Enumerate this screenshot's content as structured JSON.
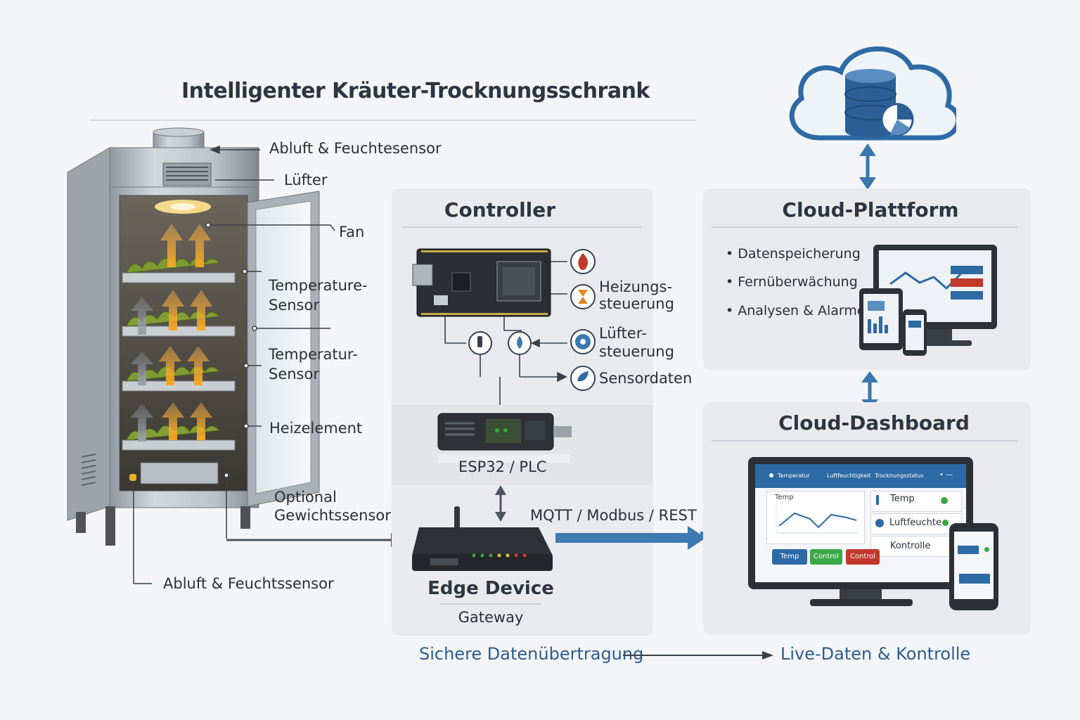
{
  "title": "Intelligenter Kräuter-Trocknungsschrank",
  "cabinet_labels": {
    "exhaust_top": "Abluft & Feuchtesensor",
    "luefter": "Lüfter",
    "fan": "Fan",
    "temp1_line1": "Temperature-",
    "temp1_line2": "Sensor",
    "temp2_line1": "Temperatur-",
    "temp2_line2": "Sensor",
    "heater": "Heizelement",
    "weight_line1": "Optional",
    "weight_line2": "Gewichtssensor",
    "exhaust_bottom": "Abluft & Feuchtssensor"
  },
  "controller": {
    "title": "Controller",
    "outputs": [
      {
        "line1": "Heizungs-",
        "line2": "steuerung",
        "icon": "flame-icon"
      },
      {
        "line1": "Lüfter-",
        "line2": "steuerung",
        "icon": "fan-icon"
      },
      {
        "line1": "Sensordaten",
        "line2": "",
        "icon": "droplet-icon"
      }
    ],
    "module_label": "ESP32 / PLC",
    "edge_title": "Edge Device",
    "edge_sub": "Gateway",
    "protocol": "MQTT / Modbus / REST"
  },
  "cloud_platform": {
    "title": "Cloud-Plattform",
    "bullets": [
      "Datenspeicherung",
      "Fernüberwächung",
      "Analysen & Alarme"
    ]
  },
  "cloud_dashboard": {
    "title": "Cloud-Dashboard",
    "tabs": [
      "Temperatur",
      "Luftfeuchtigkeit",
      "Trocknungsstatus"
    ],
    "chart_label": "Temp",
    "list_items": [
      "Temp",
      "Luftfeuchte",
      "Kontrolle"
    ],
    "buttons": [
      "Temp",
      "Control",
      "Control"
    ]
  },
  "footer": {
    "left": "Sichere Datenübertragung",
    "right": "Live-Daten & Kontrolle"
  },
  "colors": {
    "accent_blue": "#2e6aa3",
    "arrow_blue": "#3b78ad",
    "flow_blue": "#3d7ab0",
    "heat_red": "#c0392b",
    "heat_orange": "#e08a1e",
    "led_green": "#3aa845",
    "panel_bg": "#e9eaee"
  }
}
